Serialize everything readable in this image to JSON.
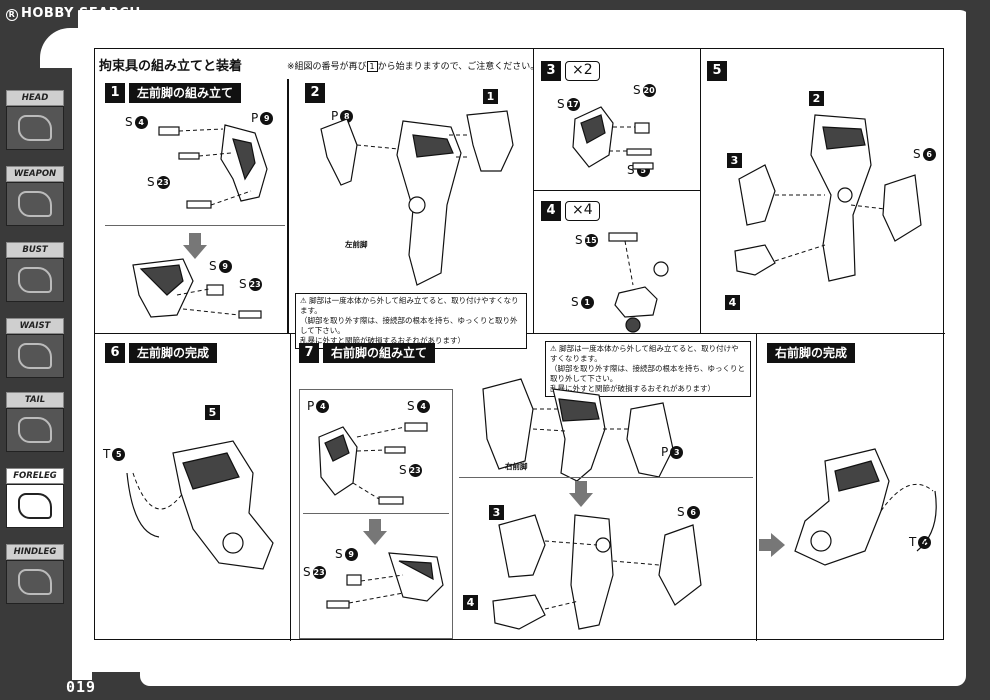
{
  "logo": {
    "text": "HOBBY SEARCH",
    "mark": "R"
  },
  "page_number": "019",
  "side_tabs": [
    {
      "label": "HEAD",
      "icon": "head-icon",
      "active": false
    },
    {
      "label": "WEAPON",
      "icon": "weapon-icon",
      "active": false
    },
    {
      "label": "BUST",
      "icon": "bust-icon",
      "active": false
    },
    {
      "label": "WAIST",
      "icon": "waist-icon",
      "active": false
    },
    {
      "label": "TAIL",
      "icon": "tail-icon",
      "active": false
    },
    {
      "label": "FORELEG",
      "icon": "foreleg-icon",
      "active": true
    },
    {
      "label": "HINDLEG",
      "icon": "hindleg-icon",
      "active": false
    }
  ],
  "header": {
    "title": "拘束具の組み立てと装着",
    "note_pre": "※組図の番号が再び",
    "note_box": "1",
    "note_post": "から始まりますので、ご注意ください。"
  },
  "steps": {
    "s1": {
      "no": "1",
      "title": "左前脚の組み立て",
      "parts": [
        {
          "letter": "S",
          "num": "4"
        },
        {
          "letter": "P",
          "num": "9"
        },
        {
          "letter": "S",
          "num": "23"
        },
        {
          "letter": "S",
          "num": "9"
        },
        {
          "letter": "S",
          "num": "23"
        }
      ]
    },
    "s2": {
      "no": "2",
      "parts": [
        {
          "letter": "P",
          "num": "8"
        }
      ],
      "ref": "1",
      "label": "左前脚",
      "warning": "⚠ 脚部は一度本体から外して組み立てると、取り付けやすくなります。\n（脚部を取り外す際は、接続部の根本を持ち、ゆっくりと取り外して下さい。\n乱暴に外すと関節が破損するおそれがあります）"
    },
    "s3": {
      "no": "3",
      "mult": "×2",
      "parts": [
        {
          "letter": "S",
          "num": "20"
        },
        {
          "letter": "S",
          "num": "17"
        },
        {
          "letter": "S",
          "num": "5"
        }
      ]
    },
    "s4": {
      "no": "4",
      "mult": "×4",
      "parts": [
        {
          "letter": "S",
          "num": "15"
        },
        {
          "letter": "S",
          "num": "1"
        }
      ]
    },
    "s5": {
      "no": "5",
      "refs": [
        "2",
        "3",
        "4"
      ],
      "parts": [
        {
          "letter": "S",
          "num": "6"
        }
      ]
    },
    "s6": {
      "no": "6",
      "title": "左前脚の完成",
      "ref": "5",
      "parts": [
        {
          "letter": "T",
          "num": "5"
        }
      ]
    },
    "s7": {
      "no": "7",
      "title": "右前脚の組み立て",
      "label": "右前脚",
      "parts_a": [
        {
          "letter": "P",
          "num": "4"
        },
        {
          "letter": "S",
          "num": "4"
        },
        {
          "letter": "S",
          "num": "23"
        }
      ],
      "parts_b": [
        {
          "letter": "S",
          "num": "9"
        },
        {
          "letter": "S",
          "num": "23"
        }
      ],
      "parts_c": [
        {
          "letter": "P",
          "num": "3"
        },
        {
          "letter": "S",
          "num": "6"
        }
      ],
      "refs": [
        "3",
        "4"
      ],
      "warning": "⚠ 脚部は一度本体から外して組み立てると、取り付けやすくなります。\n（脚部を取り外す際は、接続部の根本を持ち、ゆっくりと取り外して下さい。\n乱暴に外すと関節が破損するおそれがあります）"
    },
    "s8": {
      "title": "右前脚の完成",
      "parts": [
        {
          "letter": "T",
          "num": "4"
        }
      ]
    }
  }
}
